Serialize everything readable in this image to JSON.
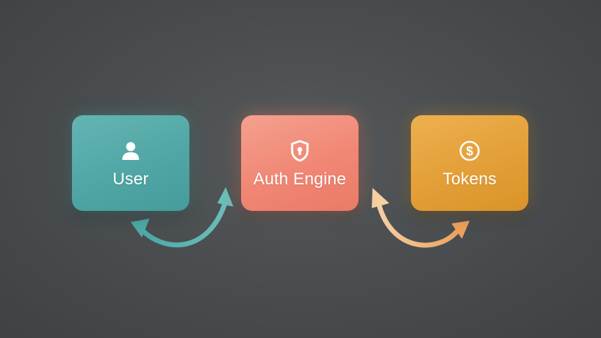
{
  "nodes": [
    {
      "label": "User",
      "icon": "user-icon"
    },
    {
      "label": "Auth Engine",
      "icon": "lock-shield-icon"
    },
    {
      "label": "Tokens",
      "icon": "dollar-coin-icon"
    }
  ],
  "connectors": [
    {
      "from": "User",
      "to": "Auth Engine",
      "style": "curved-double-arrow"
    },
    {
      "from": "Auth Engine",
      "to": "Tokens",
      "style": "curved-double-arrow"
    }
  ],
  "colors": {
    "background": "#4a4e50",
    "user": "#55aaa8",
    "auth_engine": "#f08774",
    "tokens": "#e3a03a",
    "arrow_left": "#5db3ae",
    "arrow_right": "#f1b877"
  }
}
